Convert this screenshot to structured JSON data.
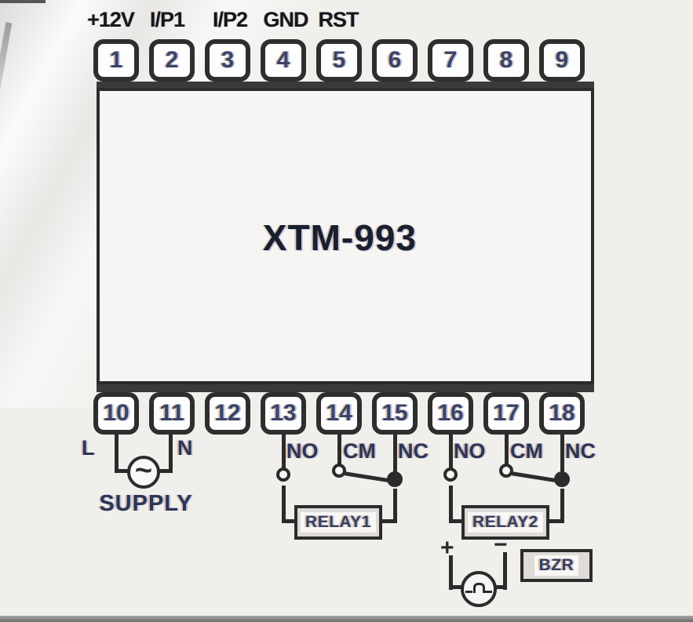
{
  "title": "XTM-993",
  "top_pin_labels": [
    "+12V",
    "I/P1",
    "I/P2",
    "GND",
    "RST"
  ],
  "terminals": {
    "top": [
      "1",
      "2",
      "3",
      "4",
      "5",
      "6",
      "7",
      "8",
      "9"
    ],
    "bottom": [
      "10",
      "11",
      "12",
      "13",
      "14",
      "15",
      "16",
      "17",
      "18"
    ]
  },
  "supply": {
    "line": "L",
    "neutral": "N",
    "label": "SUPPLY",
    "ac_symbol": "~"
  },
  "relays": [
    {
      "label": "RELAY1",
      "no": "NO",
      "cm": "CM",
      "nc": "NC"
    },
    {
      "label": "RELAY2",
      "no": "NO",
      "cm": "CM",
      "nc": "NC"
    }
  ],
  "buzzer": {
    "plus": "+",
    "minus": "−",
    "label": "BZR"
  },
  "colors": {
    "line": "#2b2b2b",
    "rail": "#3a3a3a",
    "background": "#f1efec",
    "terminal_text": "#3a4367",
    "label_text": "#15161a",
    "accent_text": "#2c3556",
    "title_text": "#1a1f2e"
  }
}
